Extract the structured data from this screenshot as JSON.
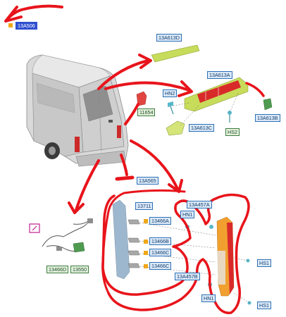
{
  "parts": [
    {
      "id": "p_top",
      "text": "13A506"
    },
    {
      "id": "p_d",
      "text": "13A613D"
    },
    {
      "id": "p_a",
      "text": "13A613A"
    },
    {
      "id": "p_hn2",
      "text": "HN2"
    },
    {
      "id": "p_11654",
      "text": "11654"
    },
    {
      "id": "p_c",
      "text": "13A613C"
    },
    {
      "id": "p_hs2",
      "text": "HS2"
    },
    {
      "id": "p_b",
      "text": "13A613B"
    },
    {
      "id": "p_565",
      "text": "13A565"
    },
    {
      "id": "p_13711",
      "text": "13711"
    },
    {
      "id": "p_457a",
      "text": "13A457A"
    },
    {
      "id": "p_hn1a",
      "text": "HN1"
    },
    {
      "id": "p_466a",
      "text": "13466A"
    },
    {
      "id": "p_466b",
      "text": "13466B"
    },
    {
      "id": "p_466c1",
      "text": "13466C"
    },
    {
      "id": "p_466c2",
      "text": "13466C"
    },
    {
      "id": "p_hs1a",
      "text": "HS1"
    },
    {
      "id": "p_457b",
      "text": "13A457B"
    },
    {
      "id": "p_hn1b",
      "text": "HN1"
    },
    {
      "id": "p_hs1b",
      "text": "HS1"
    },
    {
      "id": "p_466d",
      "text": "13466D"
    },
    {
      "id": "p_13550",
      "text": "13550"
    }
  ],
  "colors": {
    "annotation_red": "#e8141b",
    "label_border_blue": "#2d6fb5",
    "label_fill_blue": "#dbe9f7",
    "label_border_green": "#3d7b3d",
    "highlight_blue": "#2f4fd0",
    "part_lime": "#c7dc5a",
    "lamp_red": "#d92a2a",
    "lamp_amber": "#f1a030",
    "van_grey": "#d6d6d6",
    "connector_magenta": "#c2208e"
  },
  "icons": [
    "magnifier-callout-icon",
    "bullet-square-icon"
  ]
}
